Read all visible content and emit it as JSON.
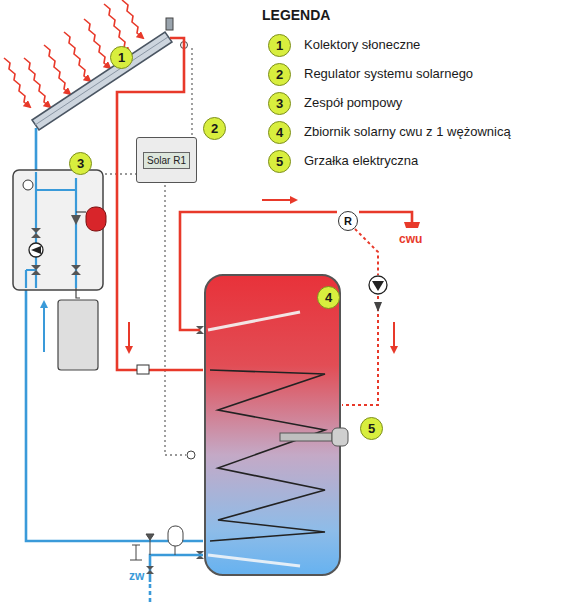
{
  "diagram": {
    "title": "LEGENDA",
    "nodes": [
      {
        "text": [
          "1"
        ]
      },
      {
        "text": [
          "2"
        ]
      },
      {
        "text": [
          "Solar R1"
        ]
      },
      {
        "text": [
          "3"
        ]
      },
      {
        "text": [
          "R"
        ]
      },
      {
        "text": [
          "4"
        ]
      },
      {
        "text": [
          "5"
        ]
      }
    ],
    "labels": [
      "1",
      "2",
      "3",
      "4",
      "5",
      "cwu",
      "zw"
    ],
    "legend": [
      {
        "text": "Kolektory słoneczne"
      },
      {
        "text": "Regulator systemu solarnego"
      },
      {
        "text": "Zespół pompowy"
      },
      {
        "text": "Zbiornik solarny cwu z 1 wężownicą"
      },
      {
        "text": "Grzałka elektryczna"
      }
    ]
  }
}
